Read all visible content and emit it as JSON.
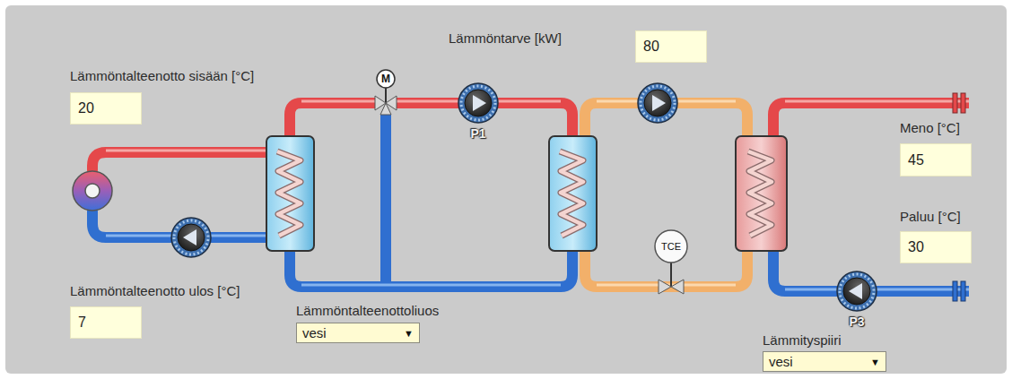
{
  "diagram": {
    "nodes": [
      {
        "text": [
          "Lämmöntarve [kW]",
          "80"
        ]
      },
      {
        "text": [
          "Lämmöntalteenotto sisään [°C]",
          "20"
        ]
      },
      {
        "text": [
          "M"
        ]
      },
      {
        "text": [
          "P1"
        ]
      },
      {
        "text": [
          "Meno [°C]",
          "45"
        ]
      },
      {
        "text": [
          "Paluu [°C]",
          "30"
        ]
      },
      {
        "text": [
          "TCE"
        ]
      },
      {
        "text": [
          "Lämmöntalteenotto ulos [°C]",
          "7"
        ]
      },
      {
        "text": [
          "P3"
        ]
      },
      {
        "text": [
          "Lämmöntalteenottoliuos",
          "vesi",
          "▼"
        ]
      },
      {
        "text": [
          "Lämmityspiiri",
          "vesi",
          "▼"
        ]
      }
    ],
    "edges": [
      {
        "from": 2,
        "to": 3,
        "arrow": "none"
      }
    ]
  }
}
